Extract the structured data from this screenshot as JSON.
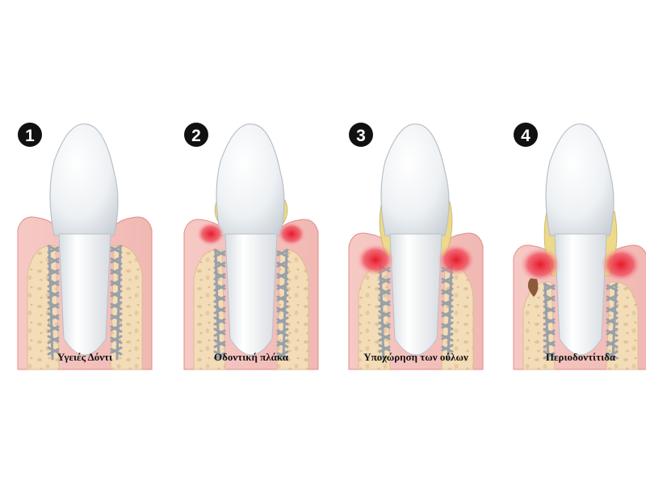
{
  "stages": [
    {
      "number": "1",
      "label": "Υγειές Δόντι",
      "icon": "healthy-tooth"
    },
    {
      "number": "2",
      "label": "Οδοντική πλάκα",
      "icon": "tooth-with-plaque"
    },
    {
      "number": "3",
      "label": "Υποχώρηση των ούλων",
      "icon": "tooth-gum-recession"
    },
    {
      "number": "4",
      "label": "Περιοδοντίτιδα",
      "icon": "tooth-periodontitis"
    }
  ],
  "colors": {
    "gum": "#f4c4bf",
    "gum_edge": "#e08d88",
    "bone": "#f3dcb8",
    "bone_pore": "#e4c79a",
    "tooth": "#f2f4f6",
    "tooth_edge": "#b9c0c7",
    "ligament": "#9aa0a8",
    "plaque": "#ecd98a",
    "inflammation": "#e8192b",
    "badge": "#111111"
  }
}
